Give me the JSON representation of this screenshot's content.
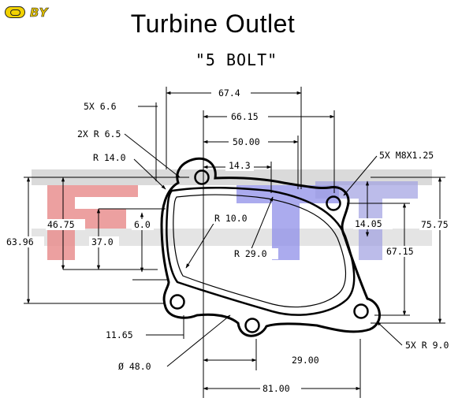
{
  "logo": {
    "text": "BY",
    "colors": {
      "fill": "#f2d200",
      "outline": "#222222"
    }
  },
  "title": "Turbine Outlet",
  "subtitle": "\"5 BOLT\"",
  "watermark": {
    "text": "FTT",
    "colors": {
      "red": "#e88a8a",
      "blue": "#8a8ae8",
      "gray": "#d9d9d9"
    }
  },
  "dimensions": {
    "width_674": "67.4",
    "width_6615": "66.15",
    "width_5000": "50.00",
    "width_143": "14.3",
    "width_2900": "29.00",
    "width_8100": "81.00",
    "height_6396": "63.96",
    "height_4675": "46.75",
    "height_3700": "37.0",
    "height_60": "6.0",
    "height_7575": "75.75",
    "height_6715": "67.15",
    "height_1405": "14.05",
    "offset_1165": "11.65"
  },
  "callouts": {
    "holes": "5X 6.6",
    "corner_r65": "2X R 6.5",
    "corner_r14": "R 14.0",
    "inner_r10": "R 10.0",
    "inner_r29": "R 29.0",
    "bore_dia": "Ø 48.0",
    "thread": "5X M8X1.25",
    "boss_r9": "5X R 9.0"
  }
}
